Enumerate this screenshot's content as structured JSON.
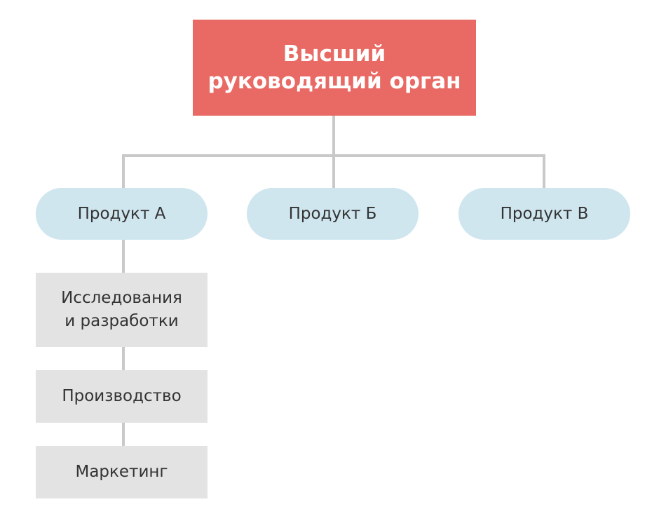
{
  "diagram": {
    "top": {
      "label": "Высший\nруководящий орган",
      "color": "#e96a64"
    },
    "products": [
      {
        "label": "Продукт А"
      },
      {
        "label": "Продукт Б"
      },
      {
        "label": "Продукт В"
      }
    ],
    "departments": [
      {
        "label": "Исследования\nи разработки"
      },
      {
        "label": "Производство"
      },
      {
        "label": "Маркетинг"
      }
    ],
    "colors": {
      "top_fill": "#e96a64",
      "product_fill": "#cfe6ef",
      "department_fill": "#e3e3e3",
      "connector": "#c9c9c9"
    }
  }
}
